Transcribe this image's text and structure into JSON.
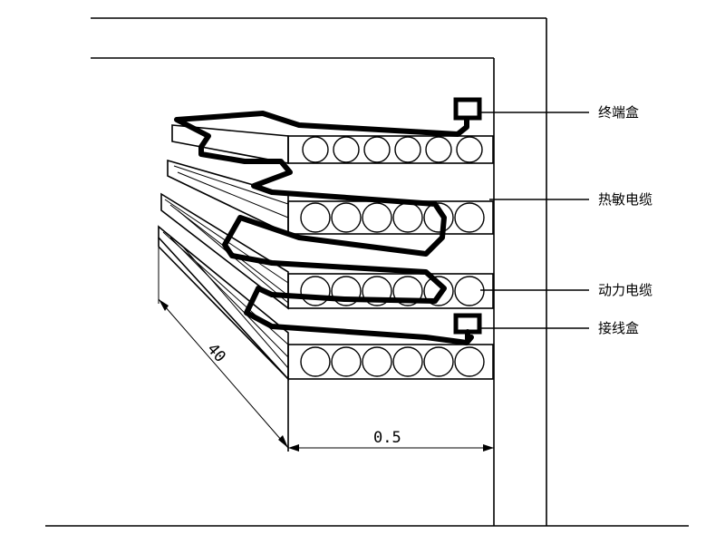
{
  "labels": {
    "terminal_box": "终端盒",
    "heat_sensitive_cable": "热敏电缆",
    "power_cable": "动力电缆",
    "junction_box": "接线盒"
  },
  "dimensions": {
    "depth": "40",
    "gap": "0.5"
  },
  "tray_cable_count": 6
}
